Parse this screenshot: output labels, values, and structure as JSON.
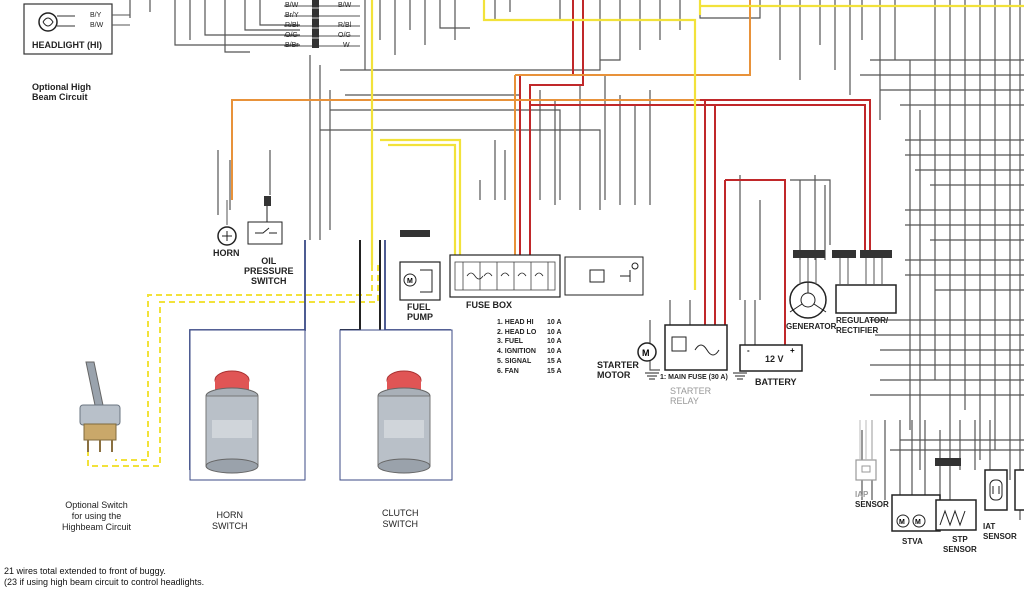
{
  "components": {
    "headlight": "HEADLIGHT (HI)",
    "optional_circuit": [
      "Optional High",
      "Beam Circuit"
    ],
    "horn": "HORN",
    "oil_pressure": [
      "OIL",
      "PRESSURE",
      "SWITCH"
    ],
    "fuel_pump": [
      "FUEL",
      "PUMP"
    ],
    "fuse_box": "FUSE BOX",
    "starter_motor": [
      "STARTER",
      "MOTOR"
    ],
    "main_fuse": "1: MAIN FUSE (30 A)",
    "starter_relay": [
      "STARTER",
      "RELAY"
    ],
    "battery": "BATTERY",
    "battery_voltage": "12 V",
    "generator": "GENERATOR",
    "regulator": [
      "REGULATOR/",
      "RECTIFIER"
    ],
    "iap_sensor": [
      "IAP",
      "SENSOR"
    ],
    "stva": "STVA",
    "stp_sensor": [
      "STP",
      "SENSOR"
    ],
    "iat_sensor": [
      "IAT",
      "SENSOR"
    ],
    "optional_switch": [
      "Optional Switch",
      "for using the",
      "Highbeam Circuit"
    ],
    "horn_switch": [
      "HORN",
      "SWITCH"
    ],
    "clutch_switch": [
      "CLUTCH",
      "SWITCH"
    ]
  },
  "fuses": [
    {
      "name": "1. HEAD HI",
      "rating": "10 A"
    },
    {
      "name": "2. HEAD LO",
      "rating": "10 A"
    },
    {
      "name": "3. FUEL",
      "rating": "10 A"
    },
    {
      "name": "4. IGNITION",
      "rating": "10 A"
    },
    {
      "name": "5. SIGNAL",
      "rating": "15 A"
    },
    {
      "name": "6. FAN",
      "rating": "15 A"
    }
  ],
  "connector_top": {
    "left_codes": [
      "B/Y",
      "B/W"
    ],
    "mid_codes": [
      "B/W",
      "Br/Y",
      "R/Bl",
      "O/G",
      "B/Br"
    ],
    "right_codes": [
      "B/W",
      "",
      "R/Bl",
      "O/G",
      "W"
    ]
  },
  "notes": [
    "21 wires total extended to front of buggy.",
    "(23 if using high beam circuit to control headlights."
  ],
  "wire_colors": {
    "yellow": "#f2e23a",
    "orange": "#e8923a",
    "red": "#c0282a",
    "dark_red": "#a32325",
    "blue": "#3b4a86",
    "black": "#222222",
    "gray": "#555555"
  }
}
